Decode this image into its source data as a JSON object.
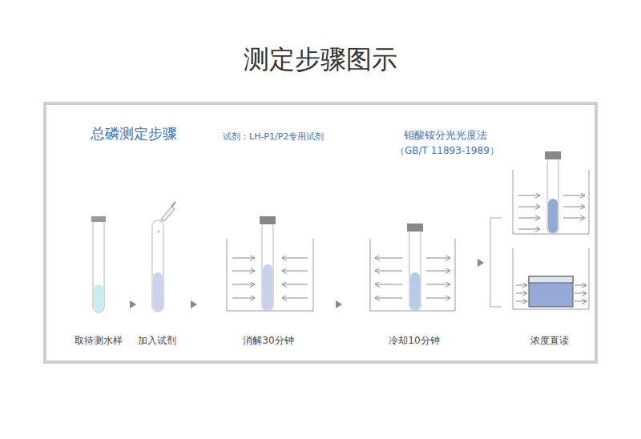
{
  "diagram": {
    "title": "测定步骤图示",
    "labels": [
      "总磷测定步骤",
      "试剂：LH-P1/P2专用试剂",
      "钼酸铵分光光度法",
      "（GB/T 11893-1989）",
      "取待测水样",
      "加入试剂",
      "消解30分钟",
      "冷却10分钟",
      "浓度直读"
    ]
  }
}
